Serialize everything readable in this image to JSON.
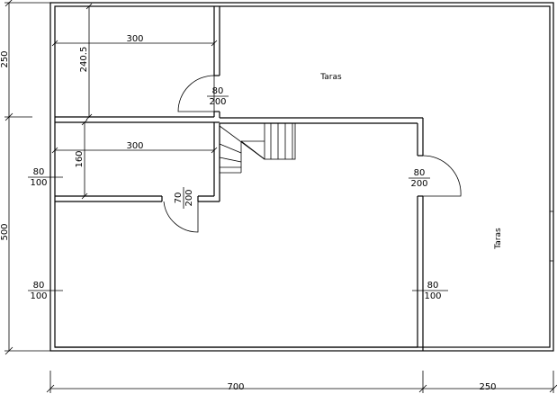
{
  "plan": {
    "dimensions": {
      "left_top": "250",
      "left_bottom": "500",
      "bottom_left": "700",
      "bottom_right": "250",
      "room1_width": "300",
      "room1_height": "240.5",
      "room2_width": "300",
      "room2_height": "160"
    },
    "rooms": {
      "terrace_top": "Taras",
      "terrace_right": "Taras"
    },
    "openings": {
      "door_room1": {
        "w": "80",
        "h": "200"
      },
      "door_room2": {
        "w": "70",
        "h": "200"
      },
      "door_main": {
        "w": "80",
        "h": "200"
      },
      "window_left_upper": {
        "w": "80",
        "h": "100"
      },
      "window_left_lower": {
        "w": "80",
        "h": "100"
      },
      "window_right_inner": {
        "w": "80",
        "h": "100"
      }
    }
  }
}
